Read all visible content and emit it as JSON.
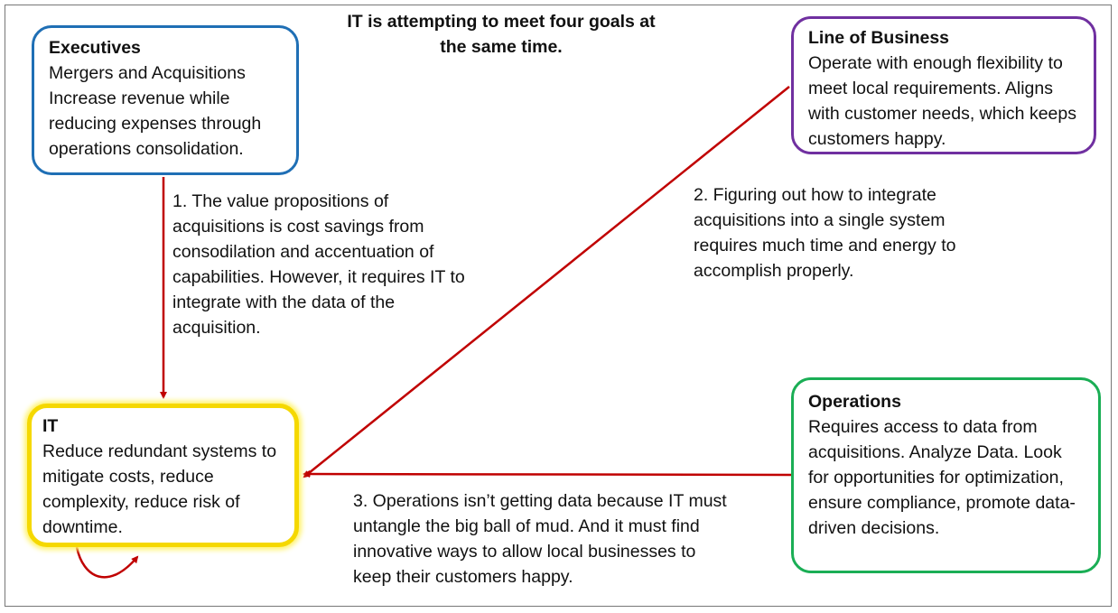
{
  "title": "IT is attempting to meet four goals at the same time.",
  "colors": {
    "arrow": "#C00000",
    "executives": "#1F6FB5",
    "line_of_business": "#7030A0",
    "operations": "#1AAE55",
    "it": "#F5D800"
  },
  "boxes": {
    "executives": {
      "heading": "Executives",
      "body": "Mergers and Acquisitions Increase revenue while reducing expenses through operations consolidation."
    },
    "line_of_business": {
      "heading": "Line of Business",
      "body": "Operate with enough flexibility to meet local requirements. Aligns with customer needs, which keeps customers happy."
    },
    "operations": {
      "heading": "Operations",
      "body": "Requires access to data from acquisitions. Analyze Data. Look for opportunities for optimization, ensure compliance, promote data-driven decisions."
    },
    "it": {
      "heading": "IT",
      "body": "Reduce redundant systems to mitigate costs, reduce complexity, reduce risk of downtime."
    }
  },
  "notes": {
    "note1": "1. The value propositions of acquisitions is cost savings from consodilation and accentuation of capabilities. However, it requires IT to integrate with the data of the acquisition.",
    "note2": "2. Figuring out how to integrate acquisitions into a single system requires much time and energy to accomplish properly.",
    "note3": "3. Operations isn’t getting data because IT must untangle the big ball of mud. And it must find innovative ways to allow local businesses to keep their customers happy."
  }
}
